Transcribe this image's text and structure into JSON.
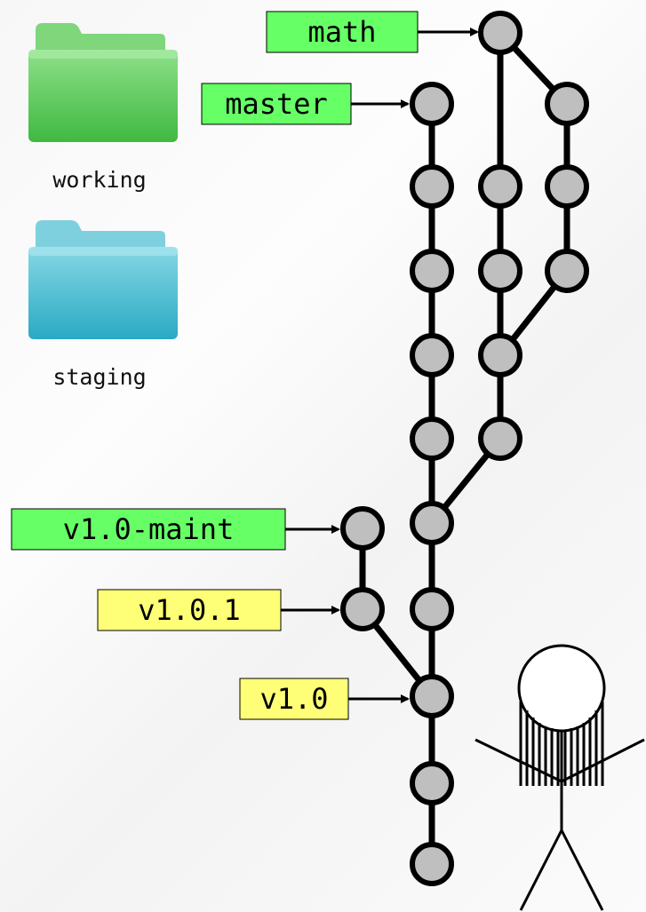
{
  "folders": [
    {
      "id": "working",
      "label": "working",
      "color_top": "#8fe08a",
      "color_body": "#49c24a"
    },
    {
      "id": "staging",
      "label": "staging",
      "color_top": "#8fdbe6",
      "color_body": "#34b3cc"
    }
  ],
  "refs": [
    {
      "id": "math",
      "label": "math",
      "kind": "branch",
      "target": "m0"
    },
    {
      "id": "master",
      "label": "master",
      "kind": "branch",
      "target": "c10"
    },
    {
      "id": "v1-0-maint",
      "label": "v1.0-maint",
      "kind": "branch",
      "target": "t2"
    },
    {
      "id": "v1-0-1",
      "label": "v1.0.1",
      "kind": "tag",
      "target": "t1"
    },
    {
      "id": "v1-0",
      "label": "v1.0",
      "kind": "tag",
      "target": "c3"
    }
  ],
  "colors": {
    "branch_fill": "#66ff66",
    "tag_fill": "#ffff77",
    "node_fill": "#bfbfbf",
    "node_stroke": "#000000",
    "edge": "#000000"
  },
  "commits": [
    {
      "id": "c1"
    },
    {
      "id": "c2"
    },
    {
      "id": "c3"
    },
    {
      "id": "c4"
    },
    {
      "id": "c5"
    },
    {
      "id": "c6"
    },
    {
      "id": "c7"
    },
    {
      "id": "c8"
    },
    {
      "id": "c9"
    },
    {
      "id": "c10"
    },
    {
      "id": "t1"
    },
    {
      "id": "t2"
    },
    {
      "id": "b1"
    },
    {
      "id": "b2"
    },
    {
      "id": "b3"
    },
    {
      "id": "b4"
    },
    {
      "id": "d1"
    },
    {
      "id": "d2"
    },
    {
      "id": "d3"
    },
    {
      "id": "m0"
    }
  ],
  "edges": [
    [
      "c1",
      "c2"
    ],
    [
      "c2",
      "c3"
    ],
    [
      "c3",
      "c4"
    ],
    [
      "c4",
      "c5"
    ],
    [
      "c5",
      "c6"
    ],
    [
      "c6",
      "c7"
    ],
    [
      "c7",
      "c8"
    ],
    [
      "c8",
      "c9"
    ],
    [
      "c9",
      "c10"
    ],
    [
      "c3",
      "t1"
    ],
    [
      "t1",
      "t2"
    ],
    [
      "c5",
      "b1"
    ],
    [
      "b1",
      "b2"
    ],
    [
      "b2",
      "b3"
    ],
    [
      "b3",
      "b4"
    ],
    [
      "b2",
      "d1"
    ],
    [
      "d1",
      "d2"
    ],
    [
      "d2",
      "d3"
    ],
    [
      "b4",
      "m0"
    ],
    [
      "d3",
      "m0"
    ]
  ]
}
